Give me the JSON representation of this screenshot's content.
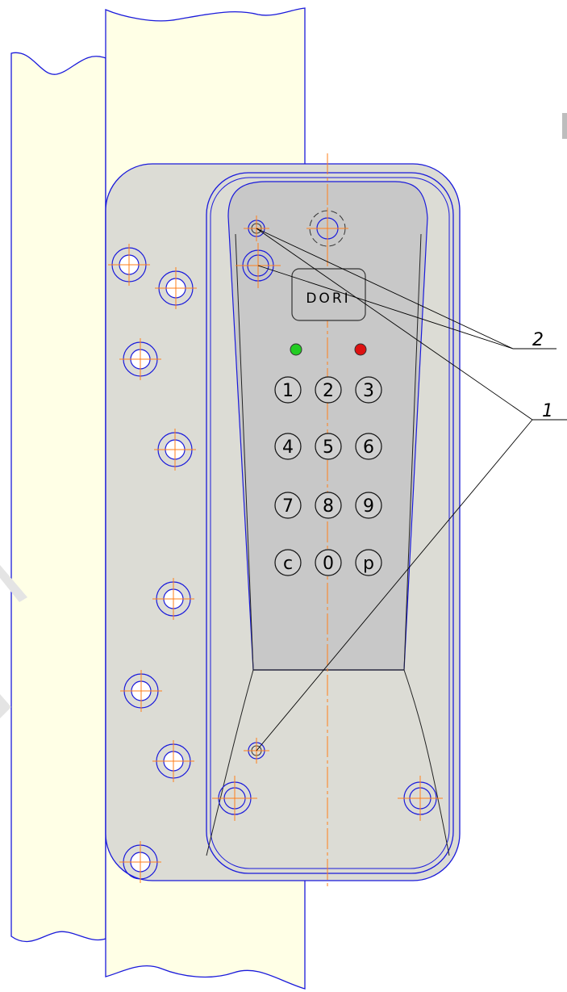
{
  "device": {
    "logo_label": "DORI",
    "keypad": [
      [
        "1",
        "2",
        "3"
      ],
      [
        "4",
        "5",
        "6"
      ],
      [
        "7",
        "8",
        "9"
      ],
      [
        "c",
        "0",
        "p"
      ]
    ],
    "indicators": {
      "left_color": "#22cc22",
      "right_color": "#dd1111"
    }
  },
  "callouts": {
    "label_2": "2",
    "label_1": "1"
  },
  "colors": {
    "post_fill": "#ffffe6",
    "plate_fill": "#dcdcd5",
    "housing_fill": "#c8c8c8",
    "outline": "#1a1adb",
    "centerline": "#ff7f1a",
    "leader": "#000000"
  }
}
